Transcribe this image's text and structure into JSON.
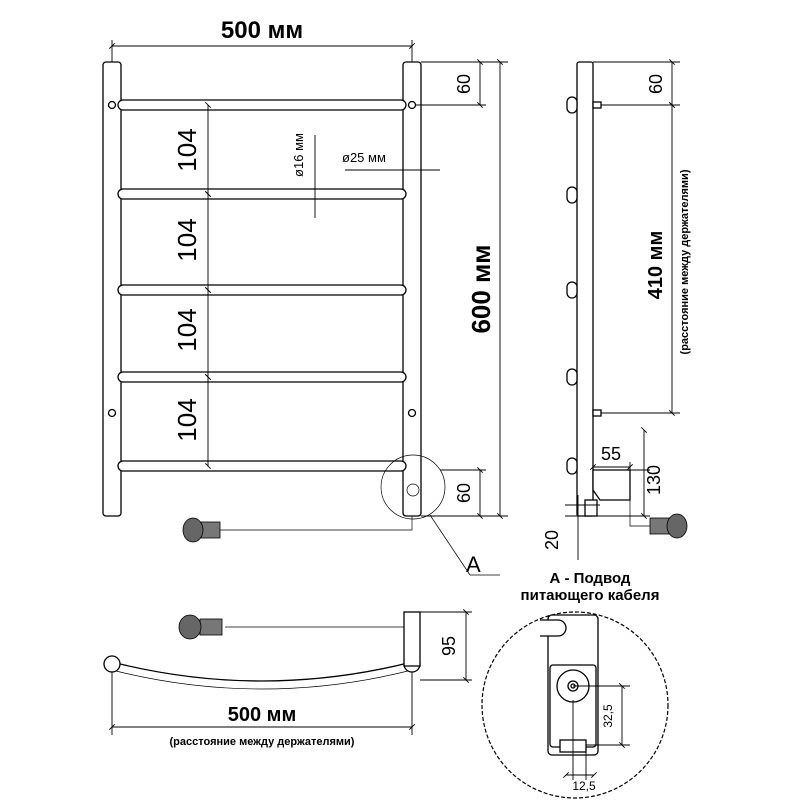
{
  "front_view": {
    "width_label": "500 мм",
    "height_label": "600 мм",
    "top_offset": "60",
    "bottom_offset": "60",
    "bar_spacing": [
      "104",
      "104",
      "104",
      "104"
    ],
    "pipe_diameter": "ø16 мм",
    "post_diameter": "ø25 мм",
    "callout_letter": "A"
  },
  "side_view": {
    "top_offset": "60",
    "holder_distance": "410 мм",
    "holder_distance_note": "(расстояние между держателями)",
    "depth": "55",
    "bottom_height": "130",
    "cable_offset": "20"
  },
  "top_view": {
    "depth": "95",
    "width_label": "500 мм",
    "width_note": "(расстояние между держателями)"
  },
  "detail_a": {
    "title_line1": "А - Подвод",
    "title_line2": "питающего кабеля",
    "height": "32,5",
    "width": "12,5"
  }
}
